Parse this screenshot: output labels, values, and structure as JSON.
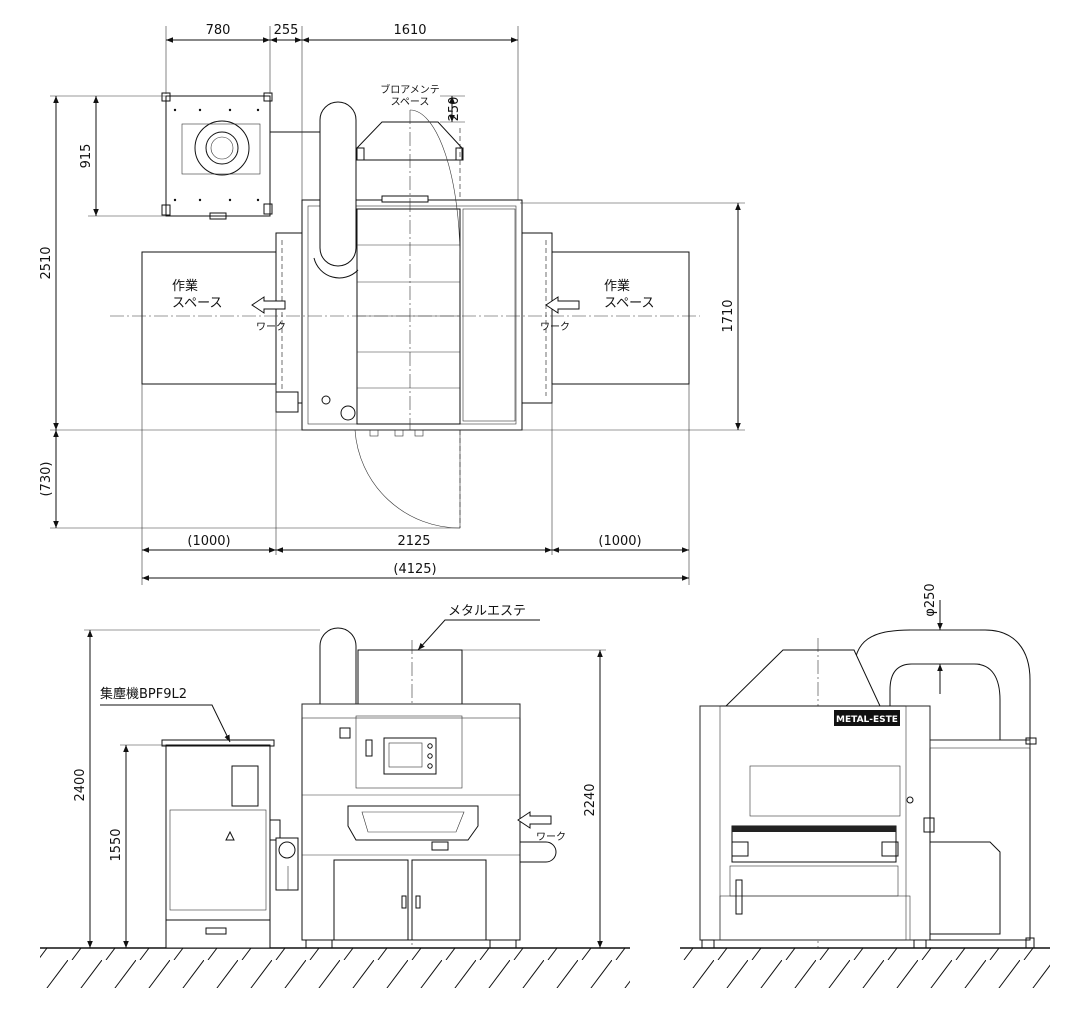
{
  "dimensions": {
    "top_780": "780",
    "top_255": "255",
    "top_1610": "1610",
    "blower_250": "250",
    "h_915": "915",
    "h_2510": "2510",
    "h_1710": "1710",
    "h_730": "(730)",
    "w_left_1000": "(1000)",
    "w_2125": "2125",
    "w_right_1000": "(1000)",
    "w_total_4125": "(4125)",
    "h_2400": "2400",
    "h_1550": "1550",
    "h_2240": "2240",
    "dia_250": "φ250"
  },
  "labels": {
    "blower_maint_line1": "ブロアメンテ",
    "blower_maint_line2": "スペース",
    "work_space_line1": "作業",
    "work_space_line2": "スペース",
    "work": "ワーク",
    "metal_este": "メタルエステ",
    "dust_collector": "集塵機BPF9L2",
    "nameplate": "METAL-ESTE"
  }
}
